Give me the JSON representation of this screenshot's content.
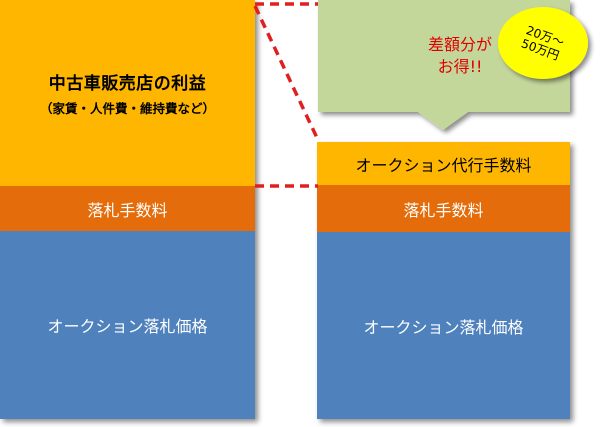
{
  "left_column": {
    "profit_title": "中古車販売店の利益",
    "profit_subtitle": "（家賃・人件費・維持費など）",
    "fee_label": "落札手数料",
    "price_label": "オークション落札価格"
  },
  "right_column": {
    "agency_fee_label": "オークション代行手数料",
    "fee_label": "落札手数料",
    "price_label": "オークション落札価格"
  },
  "callout": {
    "line1": "差額分が",
    "line2": "お得!!"
  },
  "badge": {
    "line1": "20万～",
    "line2": "50万円"
  },
  "colors": {
    "profit": "#ffb600",
    "fee": "#e46c0a",
    "price": "#4f81bd",
    "callout_fill": "#c4d79b",
    "callout_text": "#e00000",
    "badge_fill": "#ffff00",
    "dashed_line": "#e02020"
  }
}
